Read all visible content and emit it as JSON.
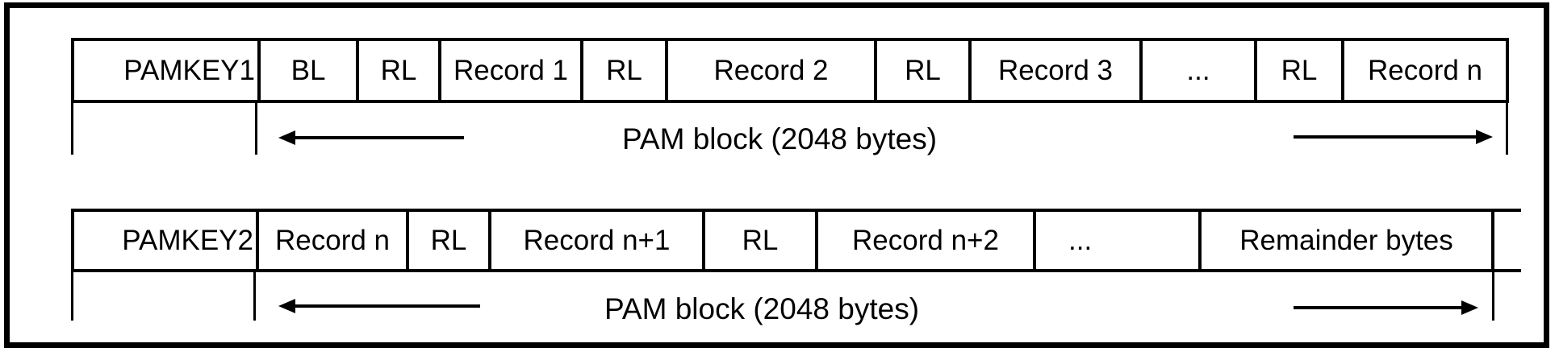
{
  "diagram": {
    "row1": {
      "cells": [
        "PAMKEY1",
        "BL",
        "RL",
        "Record 1",
        "RL",
        "Record 2",
        "RL",
        "Record 3",
        "...",
        "RL",
        "Record n"
      ],
      "span_label": "PAM block (2048 bytes)"
    },
    "row2": {
      "cells": [
        "PAMKEY2",
        "Record n",
        "RL",
        "Record n+1",
        "RL",
        "Record n+2",
        "...",
        "Remainder bytes"
      ],
      "span_label": "PAM block (2048 bytes)"
    },
    "colors": {
      "line": "#000000",
      "background": "#ffffff",
      "text": "#000000"
    }
  }
}
